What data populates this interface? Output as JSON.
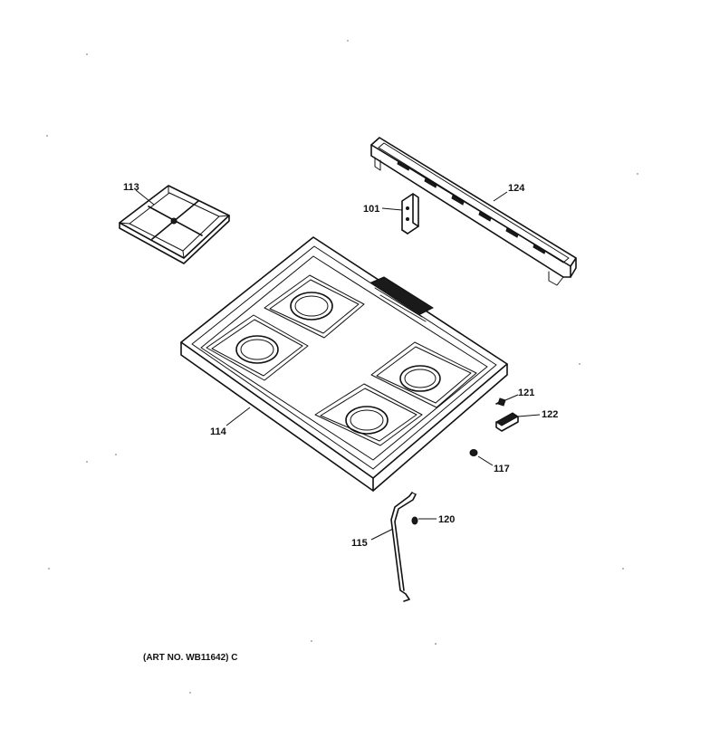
{
  "callouts": {
    "c113": "113",
    "c124": "124",
    "c101": "101",
    "c114": "114",
    "c121": "121",
    "c122": "122",
    "c117": "117",
    "c120": "120",
    "c115": "115"
  },
  "art_number": "(ART NO. WB11642) C"
}
